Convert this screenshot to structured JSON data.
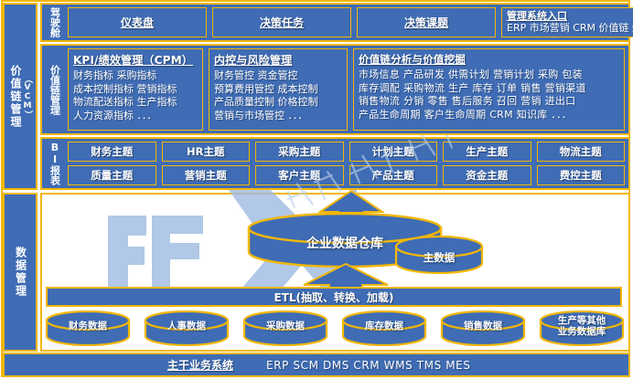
{
  "rails": [
    {
      "name": "value-chain-management",
      "label": "价值链管理",
      "abbr": "VCM",
      "paren_open": "（",
      "paren_close": "）"
    },
    {
      "name": "data-management",
      "label": "数据管理"
    }
  ],
  "cockpit": {
    "label": "驾驶舱",
    "cards": [
      {
        "title": "仪表盘"
      },
      {
        "title": "决策任务"
      },
      {
        "title": "决策课题"
      }
    ],
    "entry": {
      "title": "管理系统入口",
      "items": "ERP  市场营销  CRM  价值链  知识库  ..."
    }
  },
  "vcm": {
    "label": "价值链管理",
    "columns": [
      {
        "title": "KPI/绩效管理（CPM）",
        "lines": [
          "财务指标  采购指标",
          "成本控制指标  营销指标",
          "物流配送指标  生产指标",
          "人力资源指标  ．．．"
        ]
      },
      {
        "title": "内控与风险管理",
        "lines": [
          "财务管控  资金管控",
          "预算费用管控  成本控制",
          "产品质量控制  价格控制",
          "营销与市场管控  ．．．"
        ]
      },
      {
        "title": "价值链分析与价值挖掘",
        "lines": [
          "市场信息  产品研发  供需计划  营销计划  采购  包装",
          "库存调配  采购物流  生产  库存  订单  销售  营销渠道",
          "销售物流  分销  零售  售后服务  召回  营销  进出口",
          "产品生命周期  客户生命周期  CRM  知识库  ．．．"
        ]
      }
    ]
  },
  "bi": {
    "label": "BI报表",
    "cells": [
      "财务主题",
      "HR主题",
      "采购主题",
      "计划主题",
      "生产主题",
      "物流主题",
      "质量主题",
      "营销主题",
      "客户主题",
      "产品主题",
      "资金主题",
      "费控主题"
    ]
  },
  "warehouse": {
    "main_label": "企业数据仓库",
    "master_label": "主数据"
  },
  "etl": {
    "label": "ETL(抽取、转换、加载)"
  },
  "sources": [
    {
      "label": "财务数据"
    },
    {
      "label": "人事数据"
    },
    {
      "label": "采购数据"
    },
    {
      "label": "库存数据"
    },
    {
      "label": "销售数据"
    },
    {
      "label": "生产等其他\n业务数据库"
    }
  ],
  "bottom": {
    "title": "主干业务系统",
    "systems": "ERP  SCM  DMS  CRM  WMS  TMS  MES"
  },
  "colors": {
    "blue": "#3f6cb4",
    "gold": "#f2b705",
    "white": "#ffffff",
    "watermark": "#9bb7dd"
  }
}
